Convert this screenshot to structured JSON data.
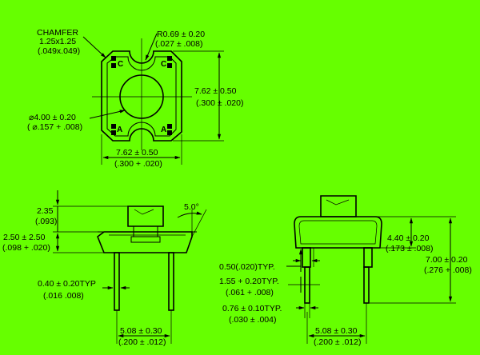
{
  "colors": {
    "background": "#66ff00",
    "ink": "#000000"
  },
  "top_view": {
    "chamfer_title": "CHAMFER",
    "chamfer_mm": "1.25x1.25",
    "chamfer_in": "(.049x.049)",
    "radius_mm": "R0.69 ± 0.20",
    "radius_in": "(.027 ± .008)",
    "height_mm": "7.62 ± 0.50",
    "height_in": "(.300 ± .020)",
    "dia_mm": "⌀4.00 ± 0.20",
    "dia_in": "( ⌀.157 + .008)",
    "width_mm": "7.62 ± 0.50",
    "width_in": "(.300 + .020)",
    "pin_c": "C",
    "pin_a": "A"
  },
  "side_view": {
    "lens_mm": "2.35",
    "lens_in": "(.093)",
    "body_mm": "2.50 ± 2.50",
    "body_in": "(.098 + .020)",
    "angle": "5.0°",
    "lead_mm": "0.40 ± 0.20TYP",
    "lead_in": "(.016   .008)",
    "pitch_mm": "5.08 ± 0.30",
    "pitch_in": "(.200 ± .012)"
  },
  "front_view": {
    "body_mm": "4.40 ± 0.20",
    "body_in": "(.173 ± .008)",
    "total_mm": "7.00 ± 0.20",
    "total_in": "(.276 + .008)",
    "thick_label": "0.50(.020)TYP.",
    "stand_mm": "1.55 + 0.20TYP.",
    "stand_in": "(.061 + .008)",
    "lead_mm": "0.76 ± 0.10TYP.",
    "lead_in": "(.030 ± .004)",
    "pitch_mm": "5.08 ± 0.30",
    "pitch_in": "(.200 ± .012)"
  }
}
